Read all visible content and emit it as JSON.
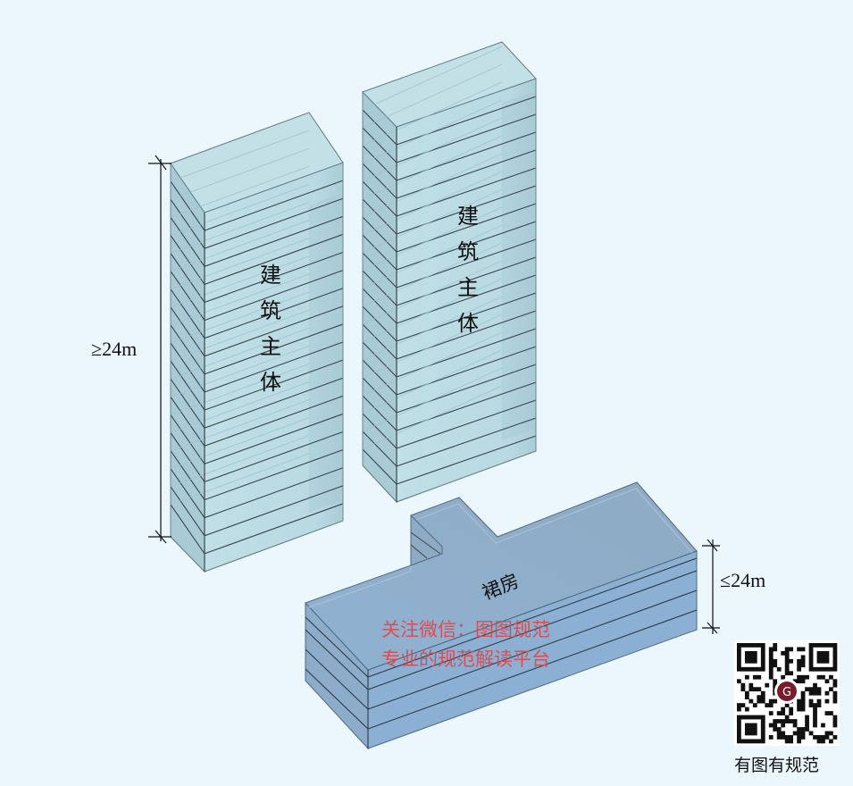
{
  "diagram": {
    "background": "#ebf6fd",
    "towers": [
      {
        "id": "left-tower",
        "label_chars": [
          "建",
          "筑",
          "主",
          "体"
        ],
        "floors": 20,
        "fill": "#b7d9e2"
      },
      {
        "id": "right-tower",
        "label_chars": [
          "建",
          "筑",
          "主",
          "体"
        ],
        "floors": 21,
        "fill": "#b7d9e2"
      }
    ],
    "podium": {
      "label": "裙房",
      "floors": 4,
      "fill": "#8fb0cf"
    },
    "dimensions": {
      "tower_height": "≥24m",
      "podium_height": "≤24m"
    },
    "watermark": {
      "line1": "关注微信：图图规范",
      "line2": "专业的规范解读平台",
      "color": "#e0464a"
    },
    "qr": {
      "caption": "有图有规范",
      "logo_color": "#7a1c2a"
    }
  }
}
